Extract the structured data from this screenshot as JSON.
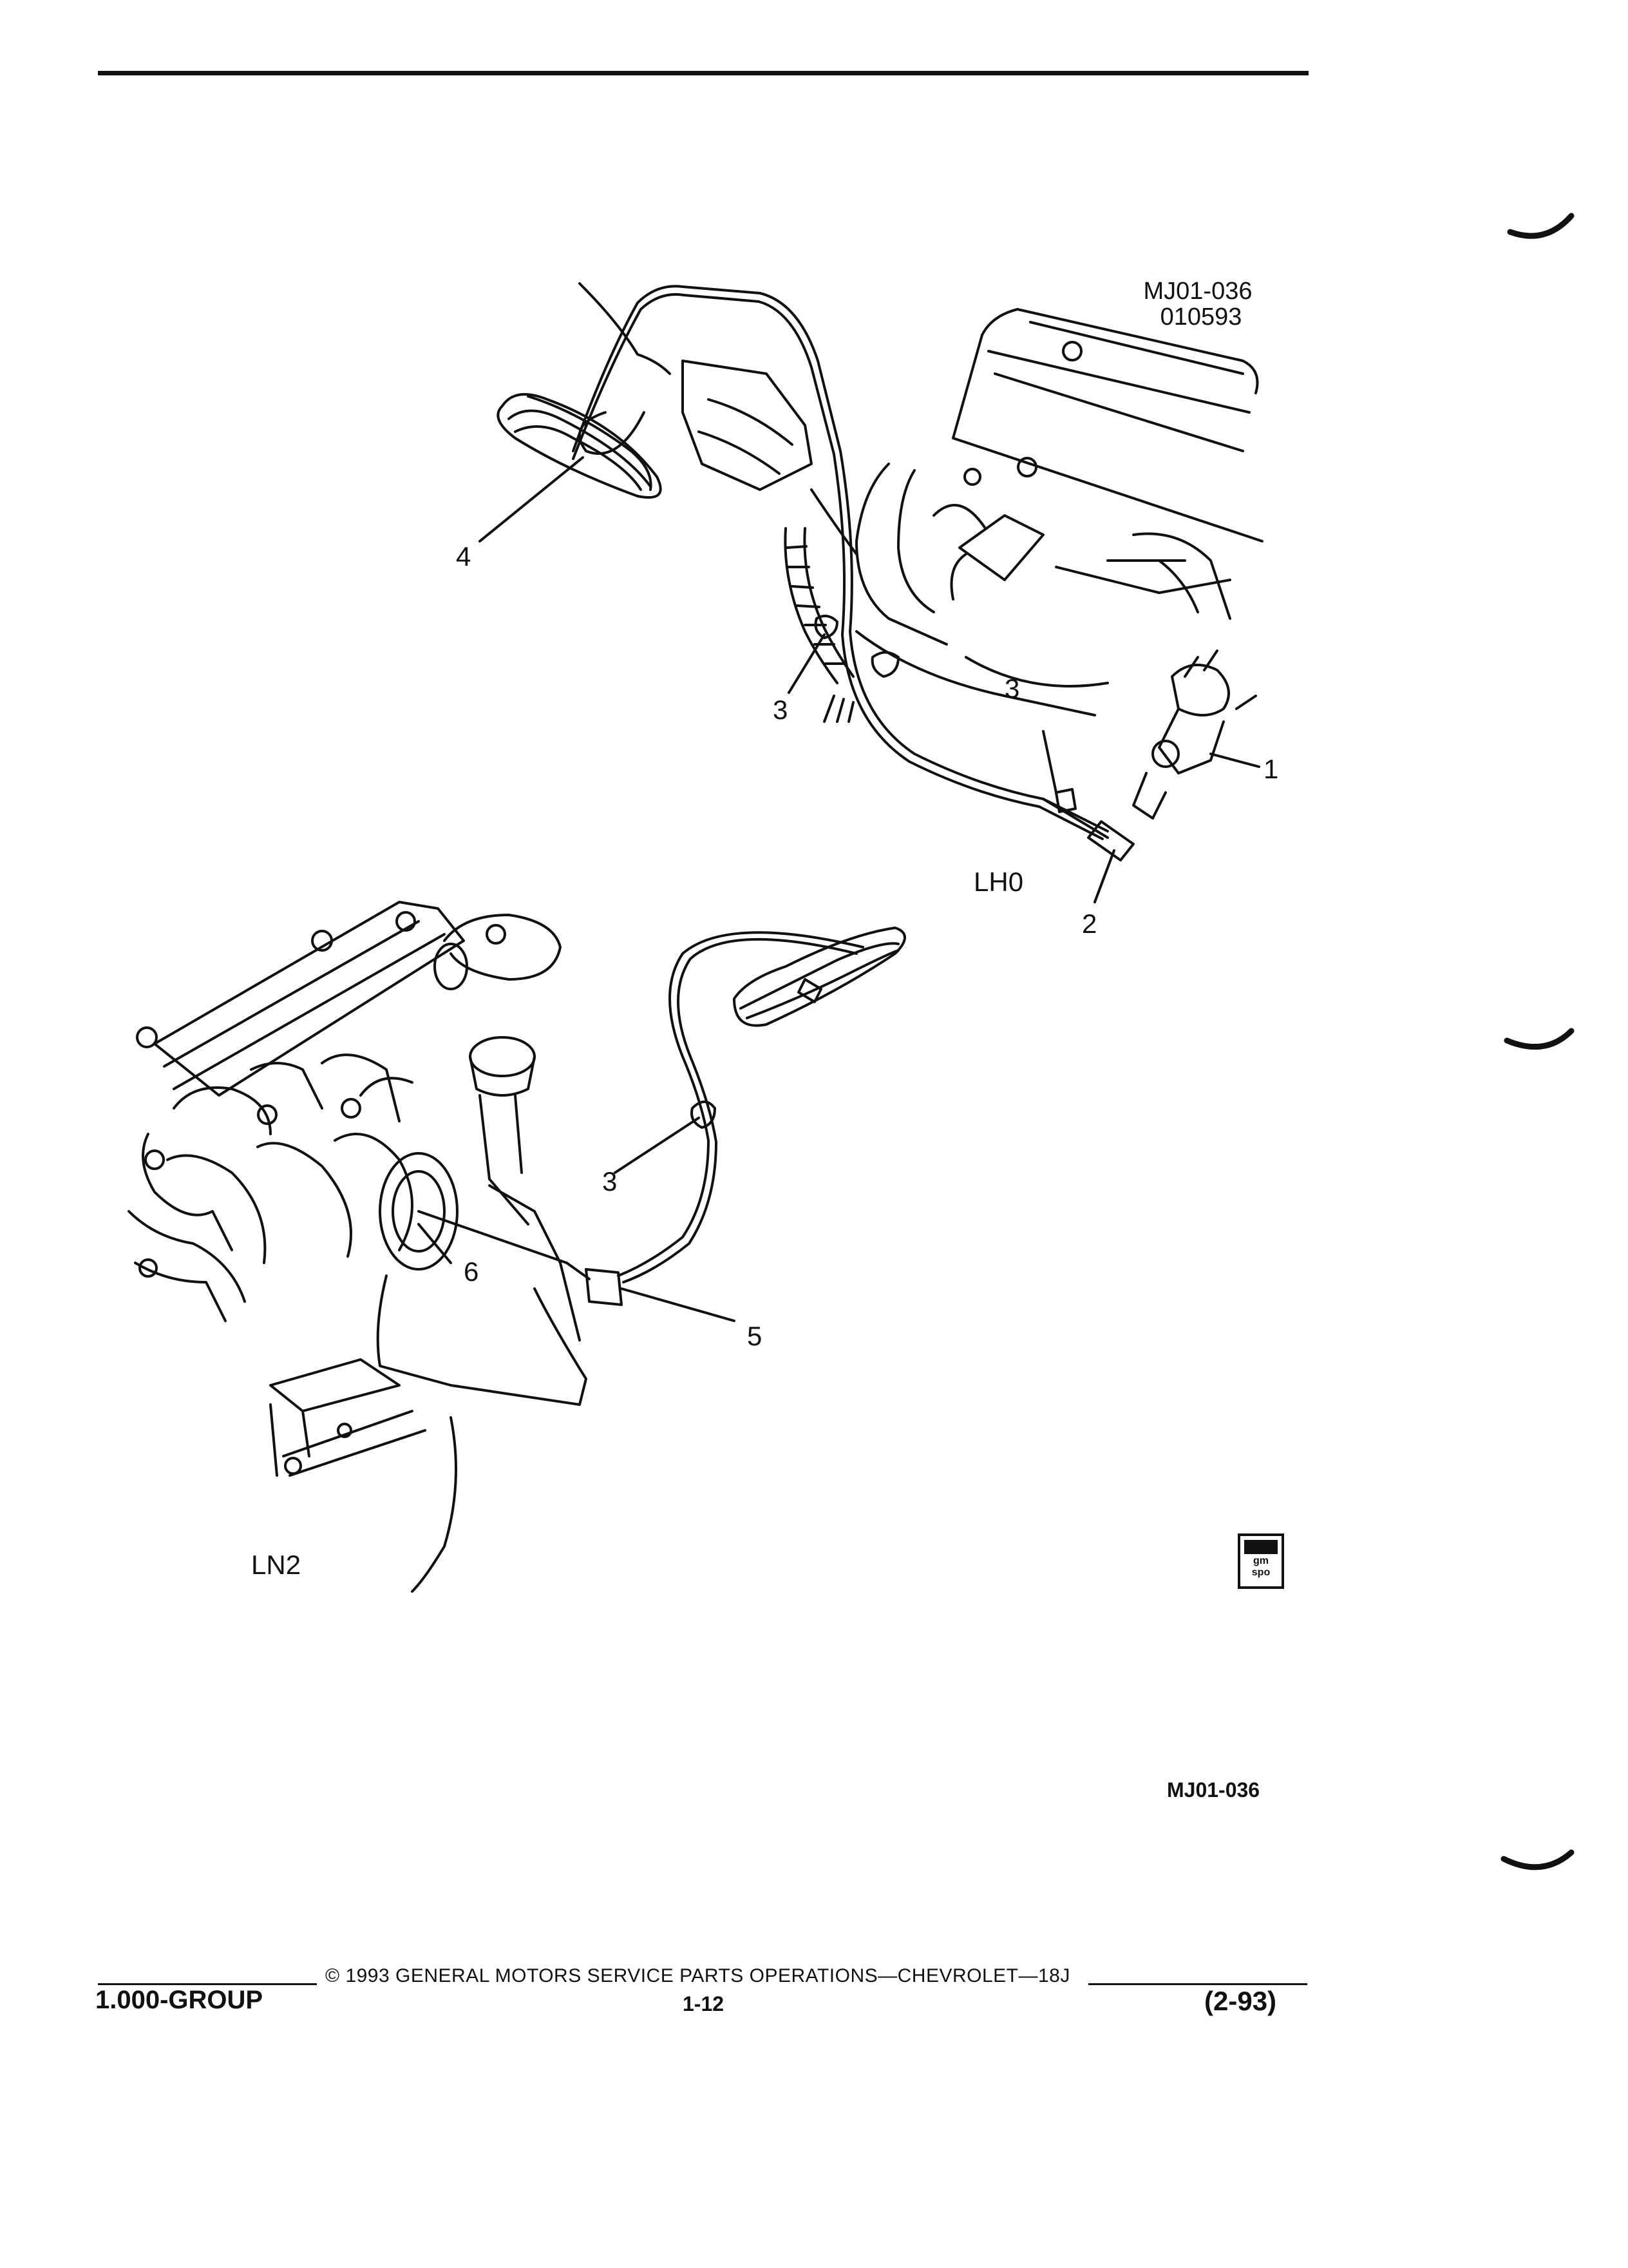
{
  "figure": {
    "reference_id": "MJ01-036",
    "reference_date": "010593",
    "caption_id": "MJ01-036"
  },
  "callouts": {
    "item1": "1",
    "item2": "2",
    "item3a": "3",
    "item3b": "3",
    "item3c": "3",
    "item4": "4",
    "item5": "5",
    "item6": "6"
  },
  "engines": {
    "upper": "LH0",
    "lower": "LN2"
  },
  "badge": {
    "line1": "gm",
    "line2": "spo"
  },
  "footer": {
    "copyright": "© 1993 GENERAL MOTORS SERVICE PARTS OPERATIONS—CHEVROLET—18J",
    "group": "1.000-GROUP",
    "page": "1-12",
    "date": "(2-93)"
  }
}
